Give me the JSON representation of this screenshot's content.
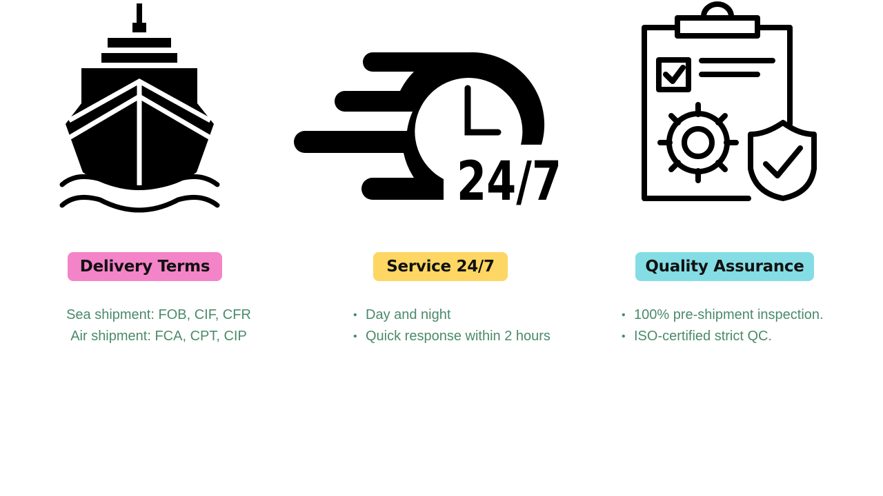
{
  "columns": [
    {
      "icon": "ship-icon",
      "title": "Delivery Terms",
      "color": "#f484c8",
      "lines": [
        "Sea shipment: FOB, CIF, CFR",
        "Air shipment: FCA, CPT, CIP"
      ]
    },
    {
      "icon": "clock-24-7-icon",
      "title": "Service 24/7",
      "color": "#fdd663",
      "icon_text": "24/7",
      "bullets": [
        "Day and night",
        "Quick response within 2 hours"
      ]
    },
    {
      "icon": "clipboard-quality-icon",
      "title": "Quality Assurance",
      "color": "#84dde4",
      "bullets": [
        "100% pre-shipment inspection.",
        "ISO-certified strict QC."
      ]
    }
  ]
}
